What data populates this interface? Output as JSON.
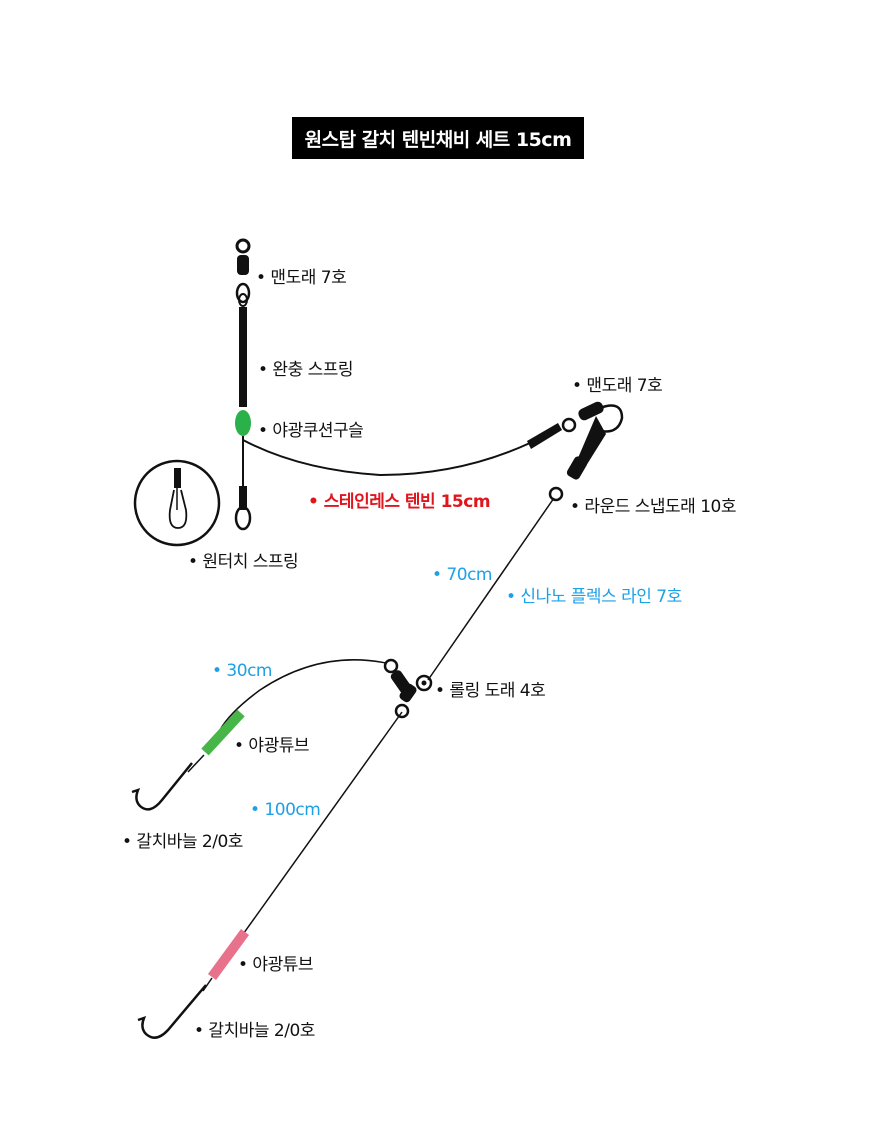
{
  "title": "원스탑 갈치 텐빈채비 세트 15cm",
  "labels": {
    "swivel_top_left": "• 맨도래 7호",
    "cushion_spring": "• 완충 스프링",
    "glow_bead": "• 야광쿠션구슬",
    "one_touch_spring": "• 원터치 스프링",
    "swivel_top_right": "• 맨도래 7호",
    "stainless_tenbin": "• 스테인레스 텐빈 15cm",
    "round_snap_swivel": "• 라운드 스냅도래 10호",
    "len_70": "• 70cm",
    "shinano_line": "• 신나노 플렉스 라인 7호",
    "len_30": "• 30cm",
    "rolling_swivel": "• 롤링 도래 4호",
    "glow_tube_upper": "• 야광튜브",
    "len_100": "• 100cm",
    "hook_upper": "• 갈치바늘 2/0호",
    "glow_tube_lower": "• 야광튜브",
    "hook_lower": "• 갈치바늘 2/0호"
  },
  "colors": {
    "line": "#111111",
    "bead_green": "#2bb14a",
    "tube_green": "#47b548",
    "tube_pink": "#e8718c",
    "label_red": "#e0161e",
    "label_blue": "#1ea0e6"
  }
}
